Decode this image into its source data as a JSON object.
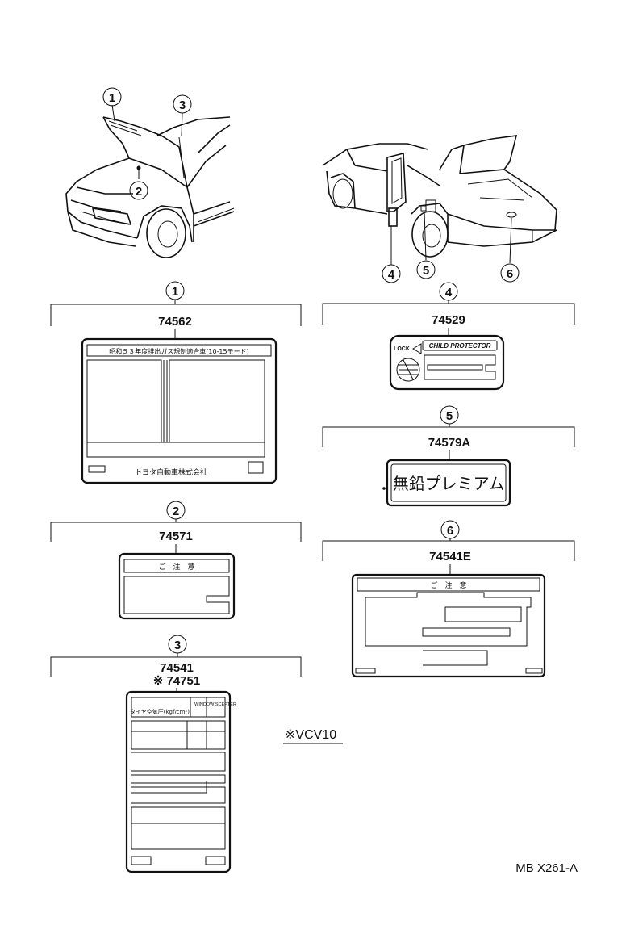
{
  "callouts": {
    "c1": "1",
    "c2": "2",
    "c3": "3",
    "c4": "4",
    "c5": "5",
    "c6": "6"
  },
  "labels": {
    "l1": {
      "part": "74562",
      "header": "昭和５３年度排出ガス規制適合車(10-15モード)",
      "maker": "トヨタ自動車株式会社"
    },
    "l2": {
      "part": "74571",
      "header": "ご　注　意"
    },
    "l3": {
      "part1": "74541",
      "part2": "※ 74751",
      "col1": "タイヤ空気圧(kgf/cm²)",
      "col2": "WINDOW SCEPTER"
    },
    "l4": {
      "part": "74529",
      "lock": "LOCK",
      "banner": "CHILD PROTECTOR"
    },
    "l5": {
      "part": "74579A",
      "text": "無鉛プレミアム"
    },
    "l6": {
      "part": "74541E",
      "header": "ご　注　意"
    }
  },
  "note": "※VCV10",
  "code": "MB X261-A"
}
